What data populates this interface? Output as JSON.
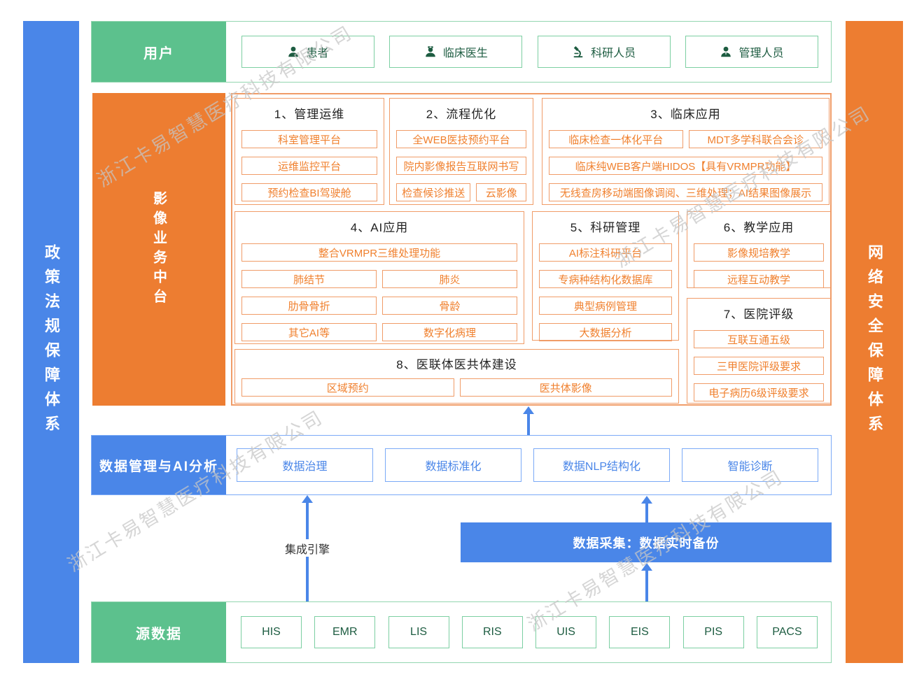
{
  "watermark": {
    "text": "浙江卡易智慧医疗科技有限公司"
  },
  "palette": {
    "green": "#5cc18d",
    "green_text": "#1d5c41",
    "green_border": "#7ccfa2",
    "orange": "#ed7d31",
    "orange_border": "#f09c68",
    "orange_text": "#f0802e",
    "blue": "#4a86e8",
    "blue_border": "#7baaf7",
    "title_text": "#222222",
    "watermark_gray": "#c6c6c6"
  },
  "left_bar": {
    "label": "政策法规保障体系"
  },
  "right_bar": {
    "label": "网络安全保障体系"
  },
  "user_row": {
    "label": "用户",
    "items": [
      {
        "label": "患者",
        "icon": "patient-icon"
      },
      {
        "label": "临床医生",
        "icon": "doctor-icon"
      },
      {
        "label": "科研人员",
        "icon": "microscope-icon"
      },
      {
        "label": "管理人员",
        "icon": "manager-icon"
      }
    ]
  },
  "business": {
    "label": "影像业务中台",
    "sections": [
      {
        "title": "1、管理运维",
        "items": [
          "科室管理平台",
          "运维监控平台",
          "预约检查BI驾驶舱"
        ]
      },
      {
        "title": "2、流程优化",
        "items": [
          "全WEB医技预约平台",
          "院内影像报告互联网书写",
          "检查候诊推送",
          "云影像"
        ]
      },
      {
        "title": "3、临床应用",
        "items": [
          "临床检查一体化平台",
          "MDT多学科联合会诊",
          "临床纯WEB客户端HIDOS【具有VRMPR功能】",
          "无线查房移动端图像调阅、三维处理；AI结果图像展示"
        ]
      },
      {
        "title": "4、AI应用",
        "items": [
          "整合VRMPR三维处理功能",
          "肺结节",
          "肺炎",
          "肋骨骨折",
          "骨龄",
          "其它AI等",
          "数字化病理"
        ]
      },
      {
        "title": "5、科研管理",
        "items": [
          "AI标注科研平台",
          "专病种结构化数据库",
          "典型病例管理",
          "大数据分析"
        ]
      },
      {
        "title": "6、教学应用",
        "items": [
          "影像规培教学",
          "远程互动教学"
        ]
      },
      {
        "title": "7、医院评级",
        "items": [
          "互联互通五级",
          "三甲医院评级要求",
          "电子病历6级评级要求"
        ]
      },
      {
        "title": "8、医联体医共体建设",
        "items": [
          "区域预约",
          "医共体影像"
        ]
      }
    ]
  },
  "data_mgmt": {
    "label": "数据管理与AI分析",
    "items": [
      "数据治理",
      "数据标准化",
      "数据NLP结构化",
      "智能诊断"
    ]
  },
  "integration": {
    "label": "集成引擎"
  },
  "collection": {
    "label": "数据采集：数据实时备份"
  },
  "source_row": {
    "label": "源数据",
    "items": [
      "HIS",
      "EMR",
      "LIS",
      "RIS",
      "UIS",
      "EIS",
      "PIS",
      "PACS"
    ]
  }
}
